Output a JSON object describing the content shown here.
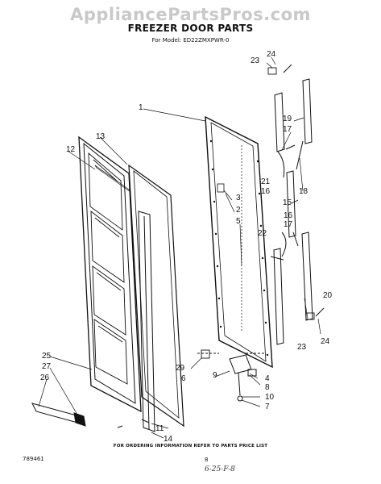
{
  "watermark": "AppliancePartsPros.com",
  "title": "FREEZER DOOR PARTS",
  "model": "For Model: ED22ZMXPWR-0",
  "callouts": {
    "c1": "1",
    "c2": "2",
    "c3": "3",
    "c4": "4",
    "c5": "5",
    "c6": "6",
    "c7": "7",
    "c8": "8",
    "c9": "9",
    "c10": "10",
    "c11": "11",
    "c12": "12",
    "c13": "13",
    "c14": "14",
    "c15": "15",
    "c16a": "16",
    "c16b": "16",
    "c17a": "17",
    "c17b": "17",
    "c18": "18",
    "c19": "19",
    "c20": "20",
    "c21": "21",
    "c22": "22",
    "c23a": "23",
    "c23b": "23",
    "c24a": "24",
    "c24b": "24",
    "c25": "25",
    "c26": "26",
    "c27": "27",
    "c29": "29"
  },
  "footer": "FOR ORDERING INFORMATION REFER TO PARTS PRICE LIST",
  "doc_number": "789461",
  "page_number": "8",
  "handwritten_note": "6-25-F-8"
}
